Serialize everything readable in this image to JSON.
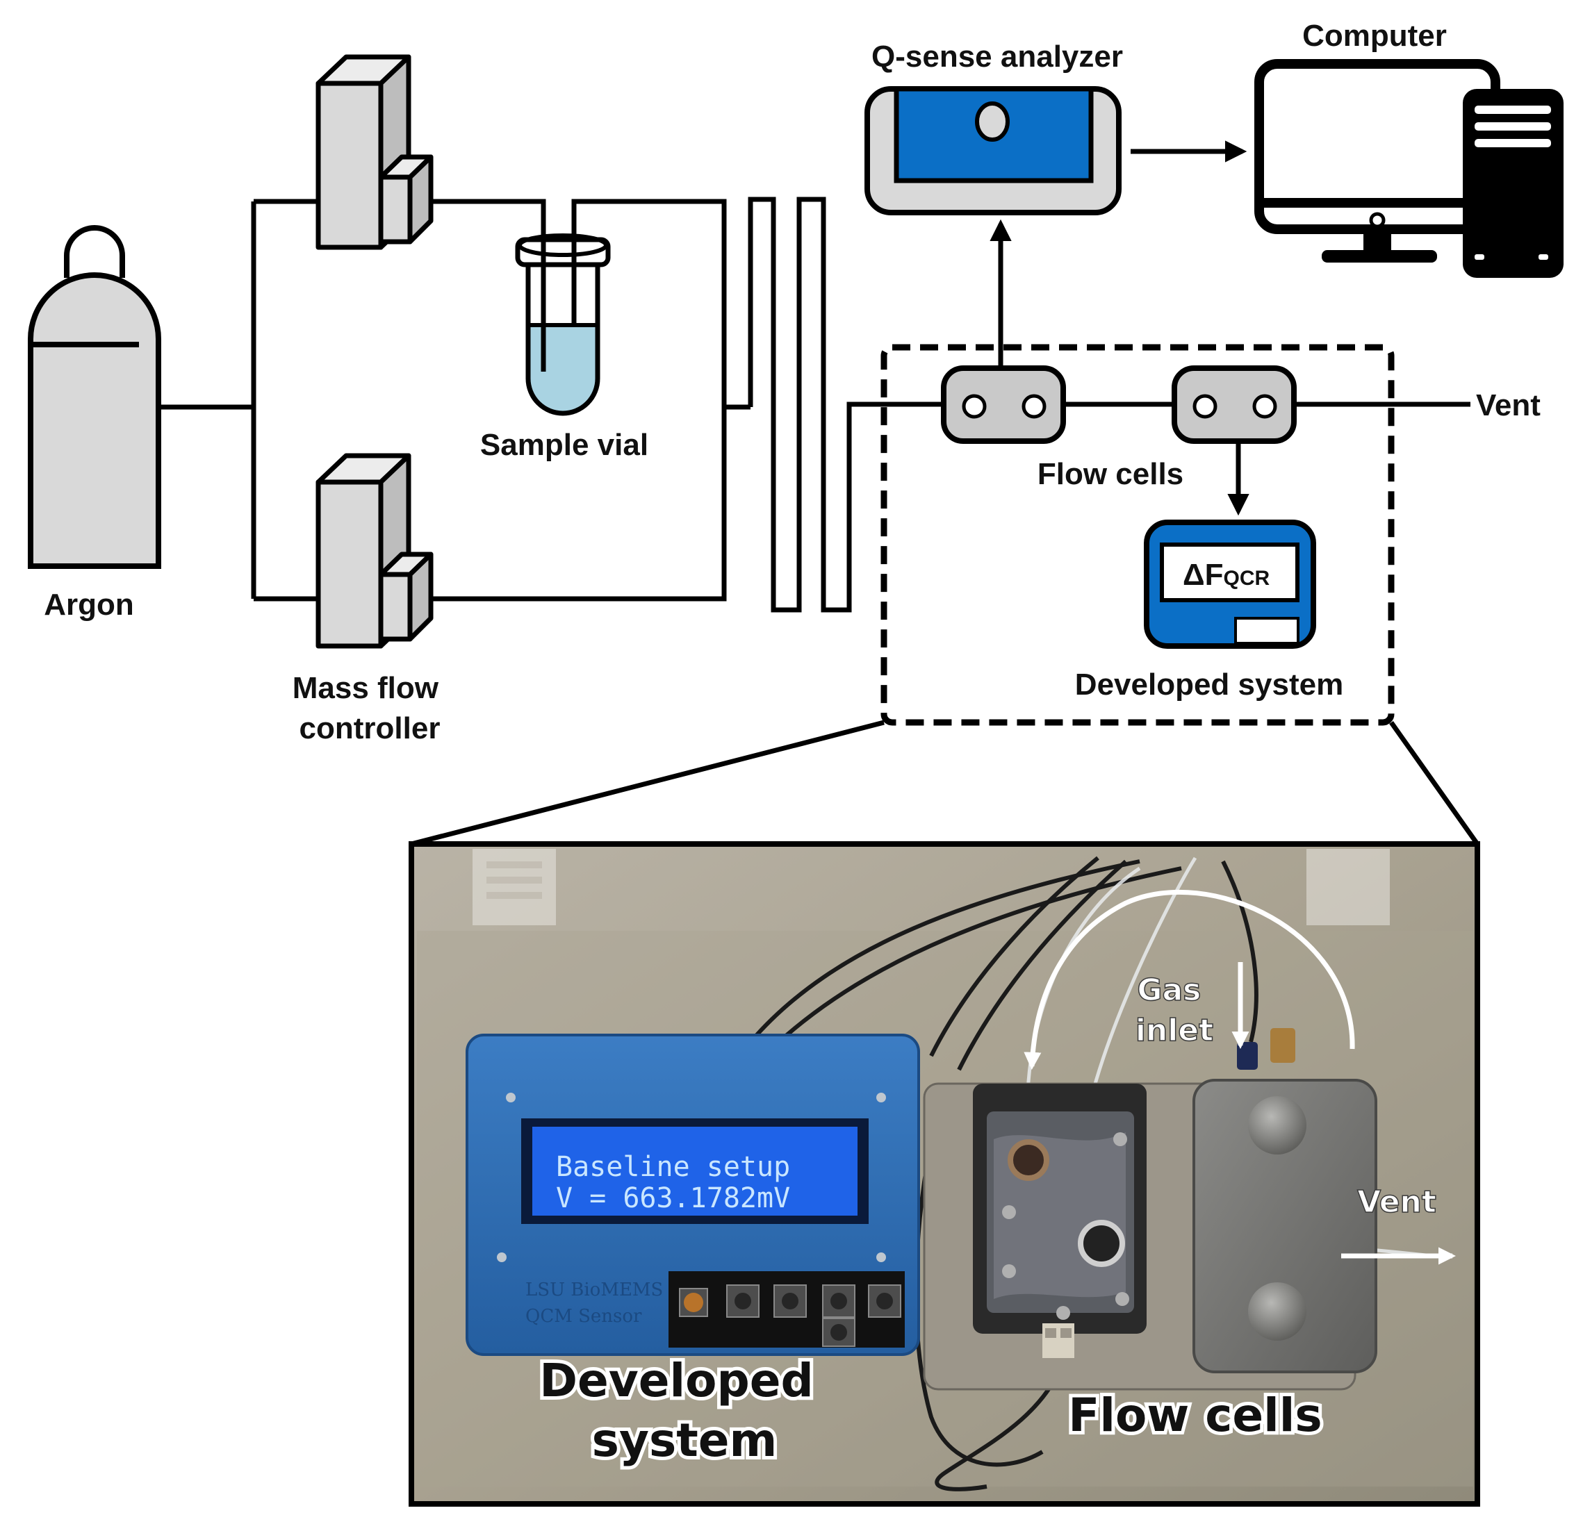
{
  "labels": {
    "argon": "Argon",
    "mass_flow_controller_line1": "Mass flow",
    "mass_flow_controller_line2": "controller",
    "sample_vial": "Sample vial",
    "analyzer": "Q-sense analyzer",
    "computer": "Computer",
    "flow_cells": "Flow cells",
    "vent": "Vent",
    "developed_system": "Developed system",
    "delta_f": "ΔF",
    "delta_f_sub": "QCR"
  },
  "photo": {
    "lcd_line1": "Baseline setup",
    "lcd_line2": "V =   663.1782mV",
    "board_text_line1": "LSU BioMEMS",
    "board_text_line2": "QCM Sensor",
    "developed_line1": "Developed",
    "developed_line2": "system",
    "flow_cells": "Flow cells",
    "gas_inlet_line1": "Gas",
    "gas_inlet_line2": "inlet",
    "vent": "Vent"
  },
  "colors": {
    "line": "#000000",
    "device_gray": "#d9d9d9",
    "analyzer_blue": "#0b6fc6",
    "liquid_blue": "#a9d3e2",
    "enclosure_blue": "#2f6fb5",
    "lcd_blue": "#1f63e8"
  }
}
